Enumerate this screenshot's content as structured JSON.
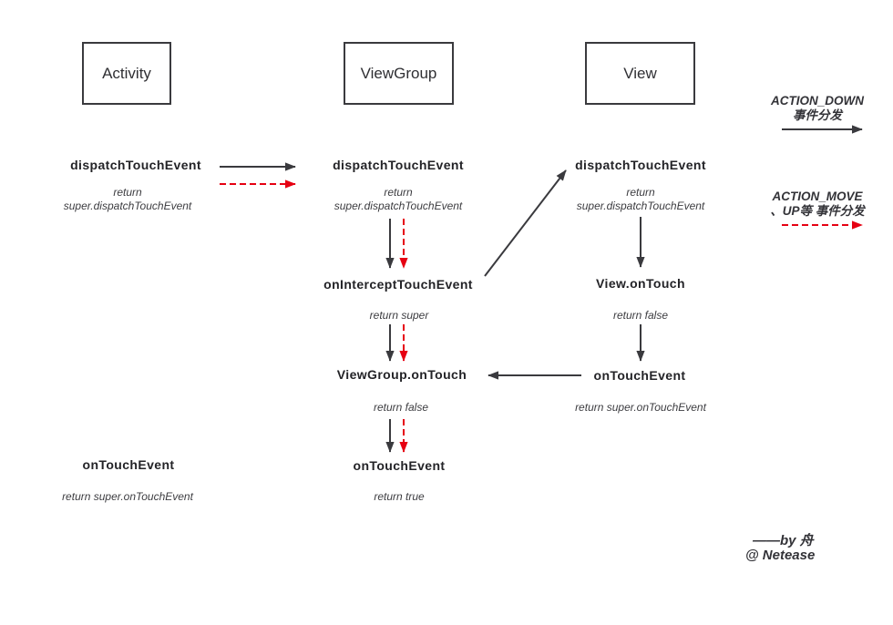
{
  "colors": {
    "ink": "#3a3a3e",
    "red": "#e60012",
    "background": "#ffffff"
  },
  "boxes": {
    "activity": "Activity",
    "viewgroup": "ViewGroup",
    "view": "View"
  },
  "nodes": {
    "activity_dispatch": {
      "label": "dispatchTouchEvent",
      "sub1": "return",
      "sub2": "super.dispatchTouchEvent"
    },
    "viewgroup_dispatch": {
      "label": "dispatchTouchEvent",
      "sub1": "return",
      "sub2": "super.dispatchTouchEvent"
    },
    "view_dispatch": {
      "label": "dispatchTouchEvent",
      "sub1": "return",
      "sub2": "super.dispatchTouchEvent"
    },
    "on_intercept_touch_event": {
      "label": "onInterceptTouchEvent",
      "sub1": "return super"
    },
    "view_on_touch": {
      "label": "View.onTouch",
      "sub1": "return false"
    },
    "viewgroup_on_touch": {
      "label": "ViewGroup.onTouch",
      "sub1": "return false"
    },
    "view_on_touch_event": {
      "label": "onTouchEvent",
      "sub1": "return super.onTouchEvent"
    },
    "viewgroup_on_touch_event": {
      "label": "onTouchEvent",
      "sub1": "return true"
    },
    "activity_on_touch_event": {
      "label": "onTouchEvent",
      "sub1": "return super.onTouchEvent"
    }
  },
  "legend": {
    "down_title": "ACTION_DOWN",
    "down_subtitle": "事件分发",
    "move_title": "ACTION_MOVE",
    "move_subtitle": "、UP等 事件分发"
  },
  "signature": {
    "line1": "——by 舟",
    "line2": "@ Netease"
  }
}
